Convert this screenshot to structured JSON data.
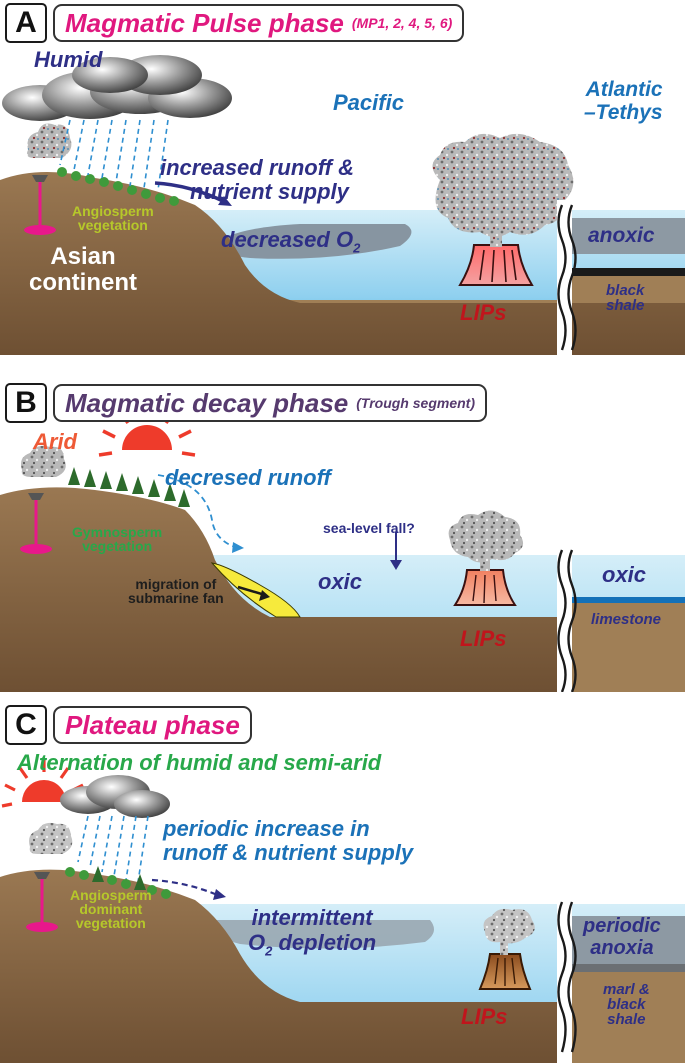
{
  "panels": {
    "a": {
      "letter": "A",
      "title": "Magmatic Pulse phase",
      "subtitle": "(MP1, 2, 4, 5, 6)",
      "climate": "Humid",
      "ocean_pacific": "Pacific",
      "ocean_atlantic_line1": "Atlantic",
      "ocean_atlantic_line2": "–Tethys",
      "runoff_line1": "increased runoff &",
      "runoff_line2": "nutrient supply",
      "vegetation_line1": "Angiosperm",
      "vegetation_line2": "vegetation",
      "continent_line1": "Asian",
      "continent_line2": "continent",
      "oxygen": "decreased O",
      "oxygen_sub": "2",
      "anoxic": "anoxic",
      "lips": "LIPs",
      "sediment_line1": "black",
      "sediment_line2": "shale"
    },
    "b": {
      "letter": "B",
      "title": "Magmatic decay phase",
      "subtitle": "(Trough segment)",
      "climate": "Arid",
      "runoff": "decresed runoff",
      "sea_level": "sea-level fall?",
      "vegetation_line1": "Gymnosperm",
      "vegetation_line2": "vegetation",
      "oxic": "oxic",
      "oxic_right": "oxic",
      "fan_line1": "migration of",
      "fan_line2": "submarine fan",
      "lips": "LIPs",
      "sediment": "limestone"
    },
    "c": {
      "letter": "C",
      "title": "Plateau phase",
      "climate": "Alternation of humid and semi-arid",
      "runoff_line1": "periodic increase in",
      "runoff_line2": "runoff & nutrient supply",
      "vegetation_line1": "Angiosperm",
      "vegetation_line2": "dominant",
      "vegetation_line3": "vegetation",
      "depletion_line1": "intermittent",
      "depletion_line2_a": "O",
      "depletion_line2_sub": "2",
      "depletion_line2_b": " depletion",
      "anoxia_line1": "periodic",
      "anoxia_line2": "anoxia",
      "lips": "LIPs",
      "sediment_line1": "marl &",
      "sediment_line2": "black",
      "sediment_line3": "shale"
    }
  },
  "colors": {
    "land": "#8b6a45",
    "land_dark": "#6b4f33",
    "seabed": "#a8875d",
    "sea": "#bfe3f3",
    "sea_deep": "#27a3df",
    "anoxic_band": "#8d99a3",
    "sun": "#ee3b2b",
    "magenta_dike": "#e8188b",
    "fan": "#f6ea3c",
    "black_shale": "#1a1a1a",
    "limestone_band": "#1471b8"
  }
}
